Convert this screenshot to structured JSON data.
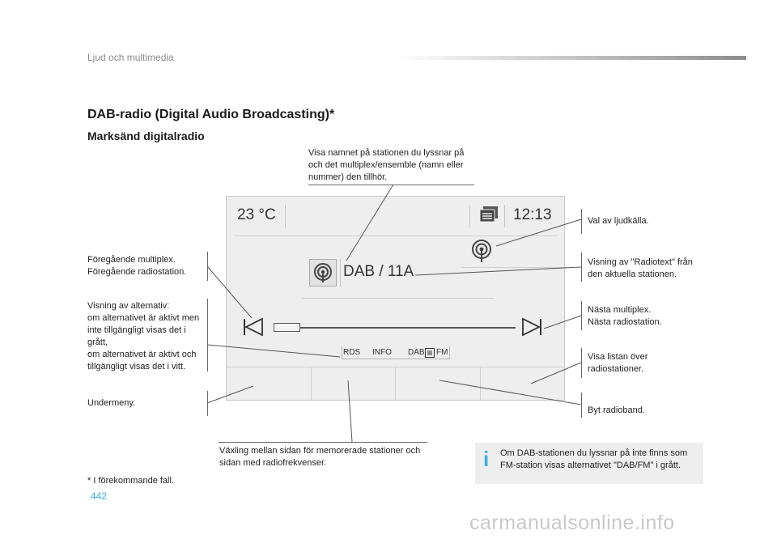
{
  "section_label": "Ljud och multimedia",
  "title": "DAB-radio (Digital Audio Broadcasting)*",
  "subtitle": "Marksänd digitalradio",
  "callouts": {
    "station_name": [
      "Visa namnet på stationen du lyssnar på",
      "och det multiplex/ensemble (namn eller",
      "nummer) den tillhör."
    ],
    "source": [
      "Val av ljudkälla."
    ],
    "radiotext": [
      "Visning av \"Radiotext\" från",
      "den aktuella stationen."
    ],
    "next": [
      "Nästa multiplex.",
      "Nästa radiostation."
    ],
    "station_list": [
      "Visa listan över",
      "radiostationer."
    ],
    "band": [
      "Byt radioband."
    ],
    "previous": [
      "Föregående multiplex.",
      "Föregående radiostation."
    ],
    "options": [
      "Visning av alternativ:",
      "om alternativet är aktivt men",
      "inte tillgängligt visas det i",
      "grått,",
      "om alternativet är aktivt och",
      "tillgängligt visas det i vitt."
    ],
    "submenu": [
      "Undermeny."
    ],
    "toggle_page": [
      "Växling mellan sidan för memorerade stationer och",
      "sidan med radiofrekvenser."
    ]
  },
  "screen": {
    "temperature": "23 °C",
    "time": "12:13",
    "station": "DAB / 11A",
    "btn_rds": "RDS",
    "btn_info": "INFO",
    "btn_dab": "DAB",
    "btn_fm": "FM"
  },
  "info_box": {
    "icon": "info-icon",
    "lines": [
      "Om DAB-stationen du lyssnar på inte finns som",
      "FM-station visas alternativet \"DAB/FM\" i grått."
    ]
  },
  "footnote": "* I förekommande fall.",
  "page_number": "442",
  "watermark": "carmanualsonline.info",
  "colors": {
    "accent": "#3ab0e0",
    "screen_bg": "#eeeeee"
  }
}
